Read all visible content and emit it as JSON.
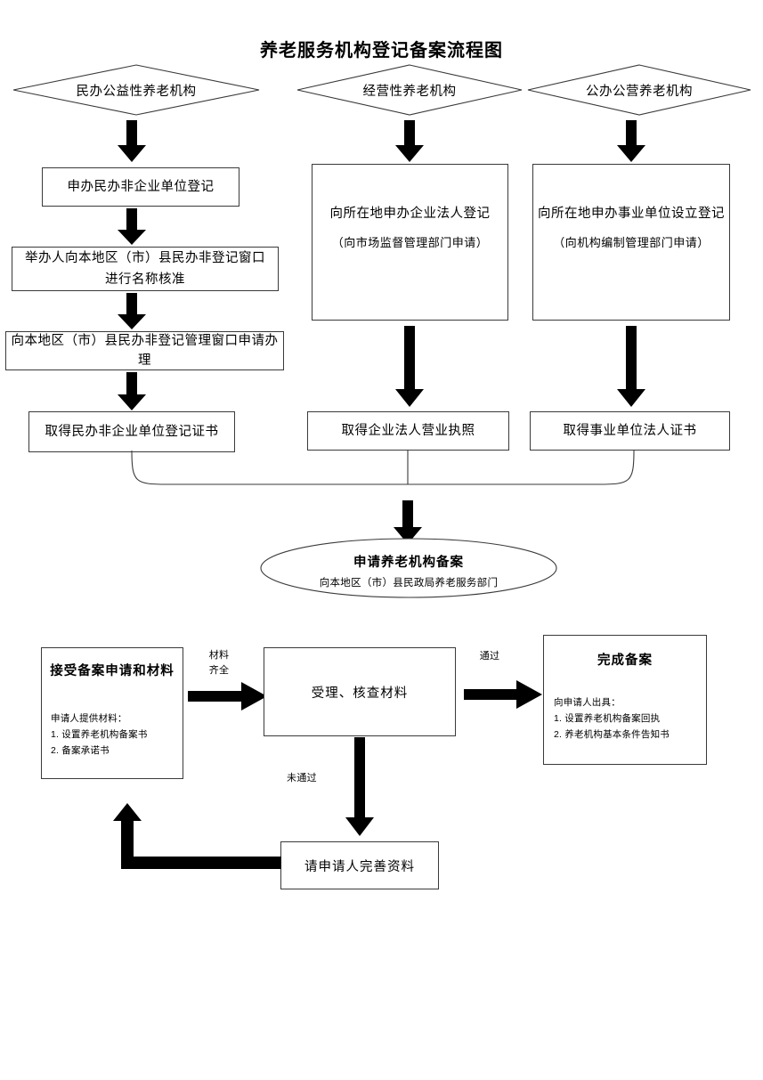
{
  "title": "养老服务机构登记备案流程图",
  "diamonds": [
    {
      "label": "民办公益性养老机构"
    },
    {
      "label": "经营性养老机构"
    },
    {
      "label": "公办公营养老机构"
    }
  ],
  "left_column": [
    {
      "label": "申办民办非企业单位登记"
    },
    {
      "label": "举办人向本地区（市）县民办非登记窗口",
      "label2": "进行名称核准"
    },
    {
      "label": "向本地区（市）县民办非登记管理窗口申请办理"
    },
    {
      "label": "取得民办非企业单位登记证书"
    }
  ],
  "middle_column": {
    "main": {
      "label": "向所在地申办企业法人登记",
      "sub": "（向市场监督管理部门申请）"
    },
    "result": {
      "label": "取得企业法人营业执照"
    }
  },
  "right_column": {
    "main": {
      "label": "向所在地申办事业单位设立登记",
      "sub": "（向机构编制管理部门申请）"
    },
    "result": {
      "label": "取得事业单位法人证书"
    }
  },
  "ellipse": {
    "title": "申请养老机构备案",
    "sub": "向本地区（市）县民政局养老服务部门"
  },
  "bottom": {
    "receive": {
      "header": "接受备案申请和材料",
      "body_lines": [
        "申请人提供材料：",
        "1. 设置养老机构备案书",
        "2. 备案承诺书"
      ]
    },
    "review": {
      "label": "受理、核查材料"
    },
    "complete": {
      "header": "完成备案",
      "body_lines": [
        "向申请人出具：",
        "1. 设置养老机构备案回执",
        "2. 养老机构基本条件告知书"
      ]
    },
    "improve": {
      "label": "请申请人完善资料"
    }
  },
  "edge_labels": {
    "materials_complete": "材料\n齐全",
    "passed": "通过",
    "not_passed": "未通过"
  },
  "colors": {
    "stroke": "#3a3a3a",
    "arrow_fill": "#000000",
    "background": "#ffffff",
    "text": "#000000"
  }
}
